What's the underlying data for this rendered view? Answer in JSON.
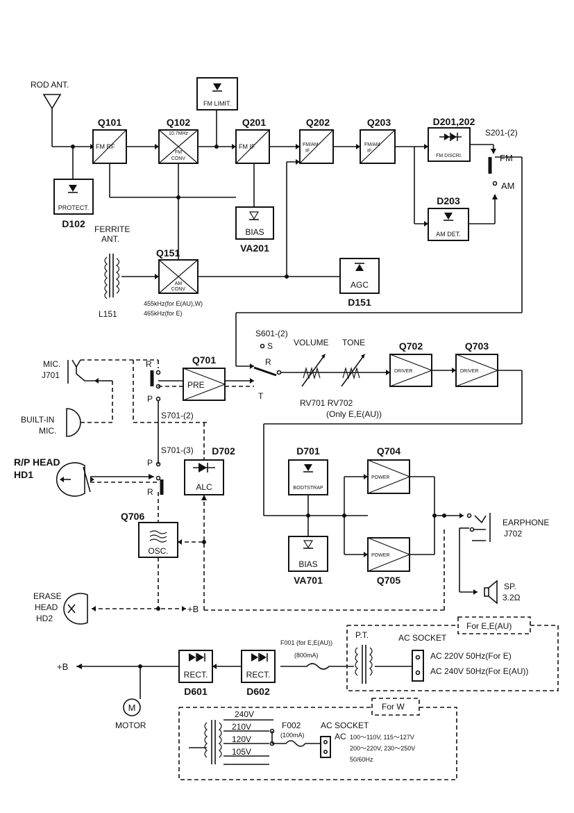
{
  "antenna": {
    "rod": "ROD ANT.",
    "ferrite_1": "FERRITE",
    "ferrite_2": "ANT.",
    "ferrite_ref": "L151"
  },
  "blocks": {
    "q101": {
      "ref": "Q101",
      "label": "FM RF"
    },
    "q102": {
      "ref": "Q102",
      "label_top": "10.7MHz",
      "label_1": "FM",
      "label_2": "CONV"
    },
    "fm_limit": {
      "label": "FM LIMIT."
    },
    "q201": {
      "ref": "Q201",
      "label": "FM IF"
    },
    "q202": {
      "ref": "Q202",
      "label_1": "FM/AM",
      "label_2": "IF"
    },
    "q203": {
      "ref": "Q203",
      "label_1": "FM/AM",
      "label_2": "IF"
    },
    "d201": {
      "ref": "D201,202",
      "label": "FM DISCRI."
    },
    "d203": {
      "ref": "D203",
      "label": "AM DET."
    },
    "d102": {
      "ref": "D102",
      "label": "PROTECT."
    },
    "va201": {
      "ref": "VA201",
      "label": "BIAS"
    },
    "q151": {
      "ref": "Q151",
      "label_1": "AM",
      "label_2": "CONV",
      "note_1": "455kHz(for E(AU),W)",
      "note_2": "465kHz(for E)"
    },
    "d151": {
      "ref": "D151",
      "label": "AGC"
    },
    "q701": {
      "ref": "Q701",
      "label": "PRE"
    },
    "q702": {
      "ref": "Q702",
      "label": "DRIVER"
    },
    "q703": {
      "ref": "Q703",
      "label": "DRIVER"
    },
    "d702": {
      "ref": "D702",
      "label": "ALC"
    },
    "q706": {
      "ref": "Q706",
      "label": "OSC."
    },
    "d701": {
      "ref": "D701",
      "label": "BOOTSTRAP"
    },
    "va701": {
      "ref": "VA701",
      "label": "BIAS"
    },
    "q704": {
      "ref": "Q704",
      "label": "POWER"
    },
    "q705": {
      "ref": "Q705",
      "label": "POWER"
    },
    "d601": {
      "ref": "D601",
      "label": "RECT."
    },
    "d602": {
      "ref": "D602",
      "label": "RECT."
    }
  },
  "switches": {
    "s201": {
      "ref": "S201-(2)",
      "fm": "FM",
      "am": "AM"
    },
    "s601": {
      "ref": "S601-(2)",
      "s": "S",
      "r": "R",
      "t": "T"
    },
    "s701_2": {
      "ref": "S701-(2)",
      "r": "R",
      "p": "P"
    },
    "s701_3": {
      "ref": "S701-(3)",
      "p": "P",
      "r": "R"
    }
  },
  "controls": {
    "volume": "VOLUME",
    "tone": "TONE",
    "rv": "RV701 RV702",
    "rv_note": "(Only E,E(AU))"
  },
  "io": {
    "mic_1": "MIC.",
    "mic_2": "J701",
    "builtin_1": "BUILT-IN",
    "builtin_2": "MIC.",
    "rp_1": "R/P HEAD",
    "rp_2": "HD1",
    "erase_1": "ERASE",
    "erase_2": "HEAD",
    "erase_3": "HD2",
    "plus_b": "+B",
    "plus_b_2": "+B",
    "earphone_1": "EARPHONE",
    "earphone_2": "J702",
    "sp_1": "SP.",
    "sp_2": "3.2Ω",
    "motor_symbol": "M",
    "motor": "MOTOR"
  },
  "power_e": {
    "tag": "For E,E(AU)",
    "pt": "P.T.",
    "socket": "AC SOCKET",
    "fuse_1": "F001 (for E,E(AU))",
    "fuse_2": "(800mA)",
    "v1": "AC 220V 50Hz(For E)",
    "v2": "AC 240V 50Hz(For E(AU))"
  },
  "power_w": {
    "tag": "For W",
    "t240": "240V",
    "t210": "210V",
    "t120": "120V",
    "t105": "105V",
    "fuse_1": "F002",
    "fuse_2": "(100mA)",
    "socket": "AC SOCKET",
    "ac": "AC",
    "r1": "100～110V, 115～127V",
    "r2": "200～220V, 230～250V",
    "r3": "50/60Hz"
  }
}
